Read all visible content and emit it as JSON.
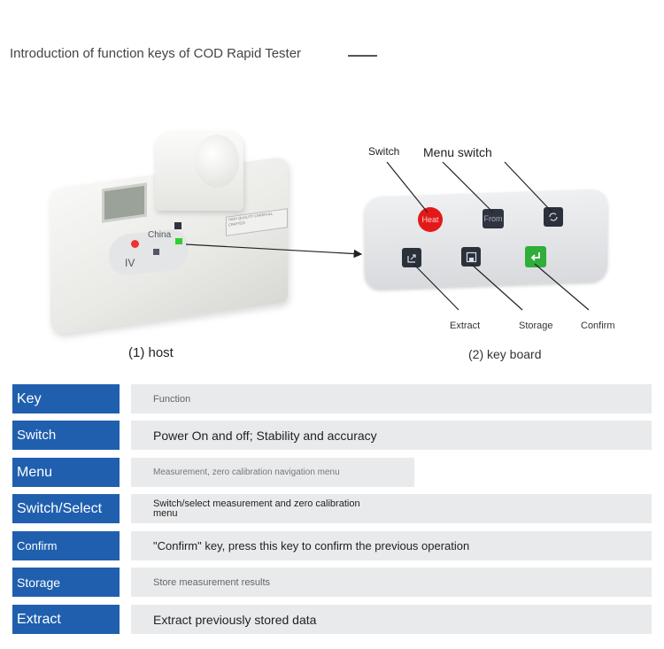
{
  "title": "Introduction of function keys of COD Rapid Tester",
  "host": {
    "caption": "(1) host",
    "china_label": "China",
    "iv_label": "IV",
    "plate_text": "HIGH QUALITY CAREFULL CRAFTED"
  },
  "keyboard": {
    "caption": "(2) key board",
    "labels": {
      "switch": "Switch",
      "menu_switch": "Menu switch",
      "extract": "Extract",
      "storage": "Storage",
      "confirm": "Confirm"
    },
    "btn_heat": "Heat",
    "btn_menu": "From"
  },
  "table": {
    "rows": [
      {
        "key": "Key",
        "function": "Function"
      },
      {
        "key": "Switch",
        "function": "Power On and off; Stability and accuracy"
      },
      {
        "key": "Menu",
        "function": "Measurement, zero calibration navigation menu"
      },
      {
        "key": "Switch/Select",
        "function": "Switch/select measurement and zero calibration menu"
      },
      {
        "key": "Confirm",
        "function": "\"Confirm\" key, press this key to confirm the previous operation"
      },
      {
        "key": "Storage",
        "function": "Store measurement results"
      },
      {
        "key": "Extract",
        "function": "Extract previously stored data"
      }
    ]
  },
  "colors": {
    "key_cell": "#1f5fae",
    "fn_cell": "#e9eaeb",
    "heat_button": "#e31919",
    "confirm_button": "#2fae3a"
  }
}
